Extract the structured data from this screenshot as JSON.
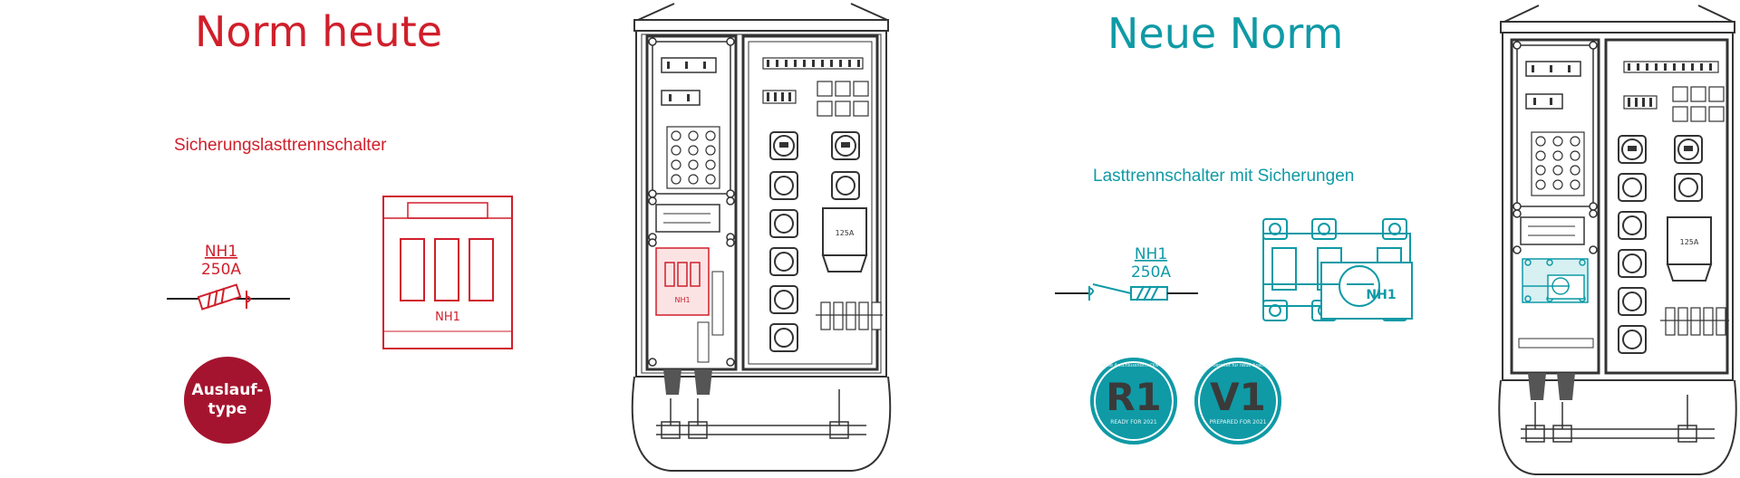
{
  "colors": {
    "old": "#d01f2b",
    "new": "#0f9aa6",
    "badge_red": "#a5142f",
    "line": "#333333"
  },
  "left": {
    "title": "Norm heute",
    "subtitle": "Sicherungslasttrennschalter",
    "symbol_type": "NH1",
    "symbol_rating": "250A",
    "switch_label": "NH1",
    "badge_line1": "Auslauf-",
    "badge_line2": "type",
    "cabinet_breaker_label": "125A",
    "cabinet_switch_label": "NH1"
  },
  "right": {
    "title": "Neue Norm",
    "subtitle": "Lasttrennschalter mit Sicherungen",
    "symbol_type": "NH1",
    "symbol_rating": "250A",
    "switch_label": "NH1",
    "cabinet_breaker_label": "125A",
    "badge_r1": {
      "letter": "R1",
      "small": "READY FOR 2021",
      "ring": "Neue Anschlussnorm DIN VDE 0100-714 · Gefertigt gemäß DIN EN 61439"
    },
    "badge_v1": {
      "letter": "V1",
      "small": "PREPARED FOR 2021",
      "ring": "Vorbereitet für neue Anschlussnorm DIN VDE 0100-714 · Gefertigt gemäß DIN EN 61439"
    }
  }
}
